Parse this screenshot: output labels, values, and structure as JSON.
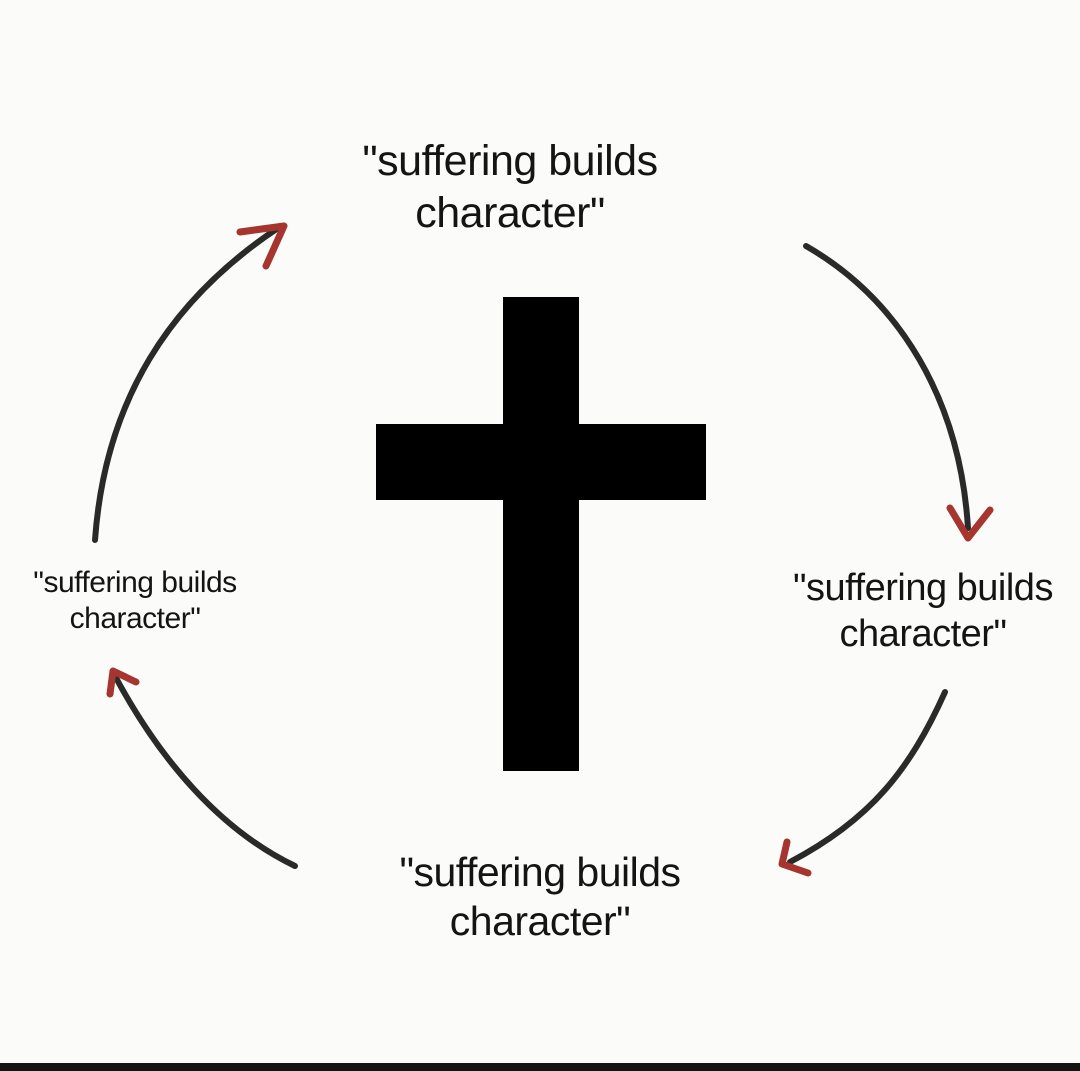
{
  "diagram": {
    "nodes": [
      {
        "id": "top",
        "lines": [
          "\"suffering builds",
          "character\""
        ]
      },
      {
        "id": "right",
        "lines": [
          "\"suffering builds",
          "character\""
        ]
      },
      {
        "id": "bottom",
        "lines": [
          "\"suffering builds",
          "character\""
        ]
      },
      {
        "id": "left",
        "lines": [
          "\"suffering builds",
          "character\""
        ]
      }
    ],
    "center_symbol": "cross-icon",
    "cycle_order": [
      "top",
      "right",
      "bottom",
      "left"
    ],
    "colors": {
      "arrow_line": "#2a2a2a",
      "arrow_head": "#a5352e",
      "cross": "#000000",
      "background": "#fbfbf9"
    }
  }
}
